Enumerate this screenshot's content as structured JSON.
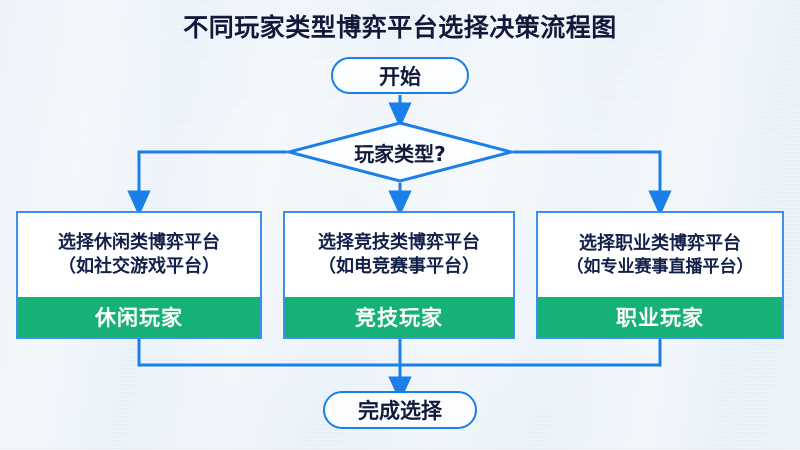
{
  "title": "不同玩家类型博弈平台选择决策流程图",
  "colors": {
    "line": "#1a7fe8",
    "card_border": "#3d90ea",
    "green": "#15b176",
    "title_text": "#121a3c",
    "node_text": "#121a3c",
    "background": "#eef3f8"
  },
  "flow": {
    "start": {
      "label": "开始",
      "shape": "stadium"
    },
    "decision": {
      "label": "玩家类型?",
      "shape": "diamond"
    },
    "options": [
      {
        "line1": "选择休闲类博弈平台",
        "line2": "（如社交游戏平台）",
        "tag": "休闲玩家"
      },
      {
        "line1": "选择竞技类博弈平台",
        "line2": "（如电竞赛事平台）",
        "tag": "竞技玩家"
      },
      {
        "line1": "选择职业类博弈平台",
        "line2": "（如专业赛事直播平台）",
        "tag": "职业玩家"
      }
    ],
    "end": {
      "label": "完成选择",
      "shape": "stadium"
    }
  }
}
